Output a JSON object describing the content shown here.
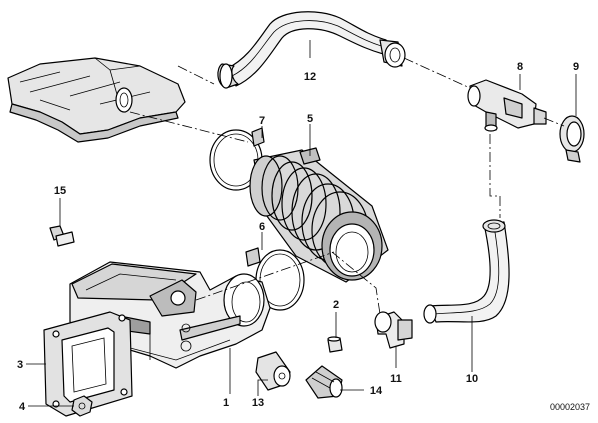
{
  "diagram": {
    "reference_number": "00002037",
    "callouts": [
      {
        "id": "c1",
        "label": "1"
      },
      {
        "id": "c2",
        "label": "2"
      },
      {
        "id": "c3",
        "label": "3"
      },
      {
        "id": "c4",
        "label": "4"
      },
      {
        "id": "c5",
        "label": "5"
      },
      {
        "id": "c6",
        "label": "6"
      },
      {
        "id": "c7",
        "label": "7"
      },
      {
        "id": "c8",
        "label": "8"
      },
      {
        "id": "c9",
        "label": "9"
      },
      {
        "id": "c10",
        "label": "10"
      },
      {
        "id": "c11",
        "label": "11"
      },
      {
        "id": "c12",
        "label": "12"
      },
      {
        "id": "c13",
        "label": "13"
      },
      {
        "id": "c14",
        "label": "14"
      },
      {
        "id": "c15",
        "label": "15"
      }
    ]
  }
}
